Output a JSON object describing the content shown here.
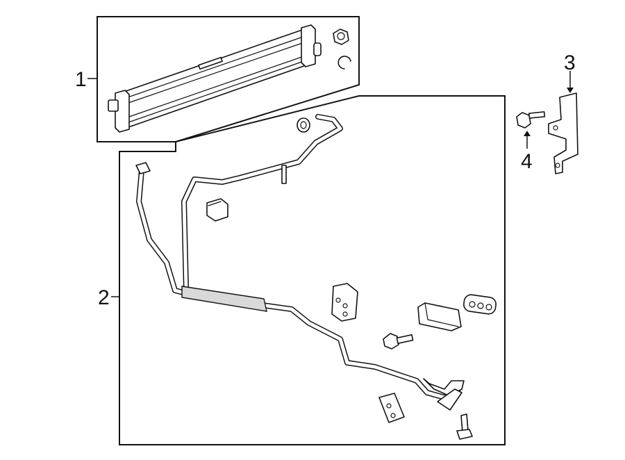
{
  "callouts": {
    "c1": "1",
    "c2": "2",
    "c3": "3",
    "c4": "4"
  },
  "parts": [
    {
      "callout": "1",
      "name": "oil-cooler-assembly-icon"
    },
    {
      "callout": "2",
      "name": "cooler-lines-icon"
    },
    {
      "callout": "3",
      "name": "bracket-icon"
    },
    {
      "callout": "4",
      "name": "bolt-icon"
    }
  ]
}
